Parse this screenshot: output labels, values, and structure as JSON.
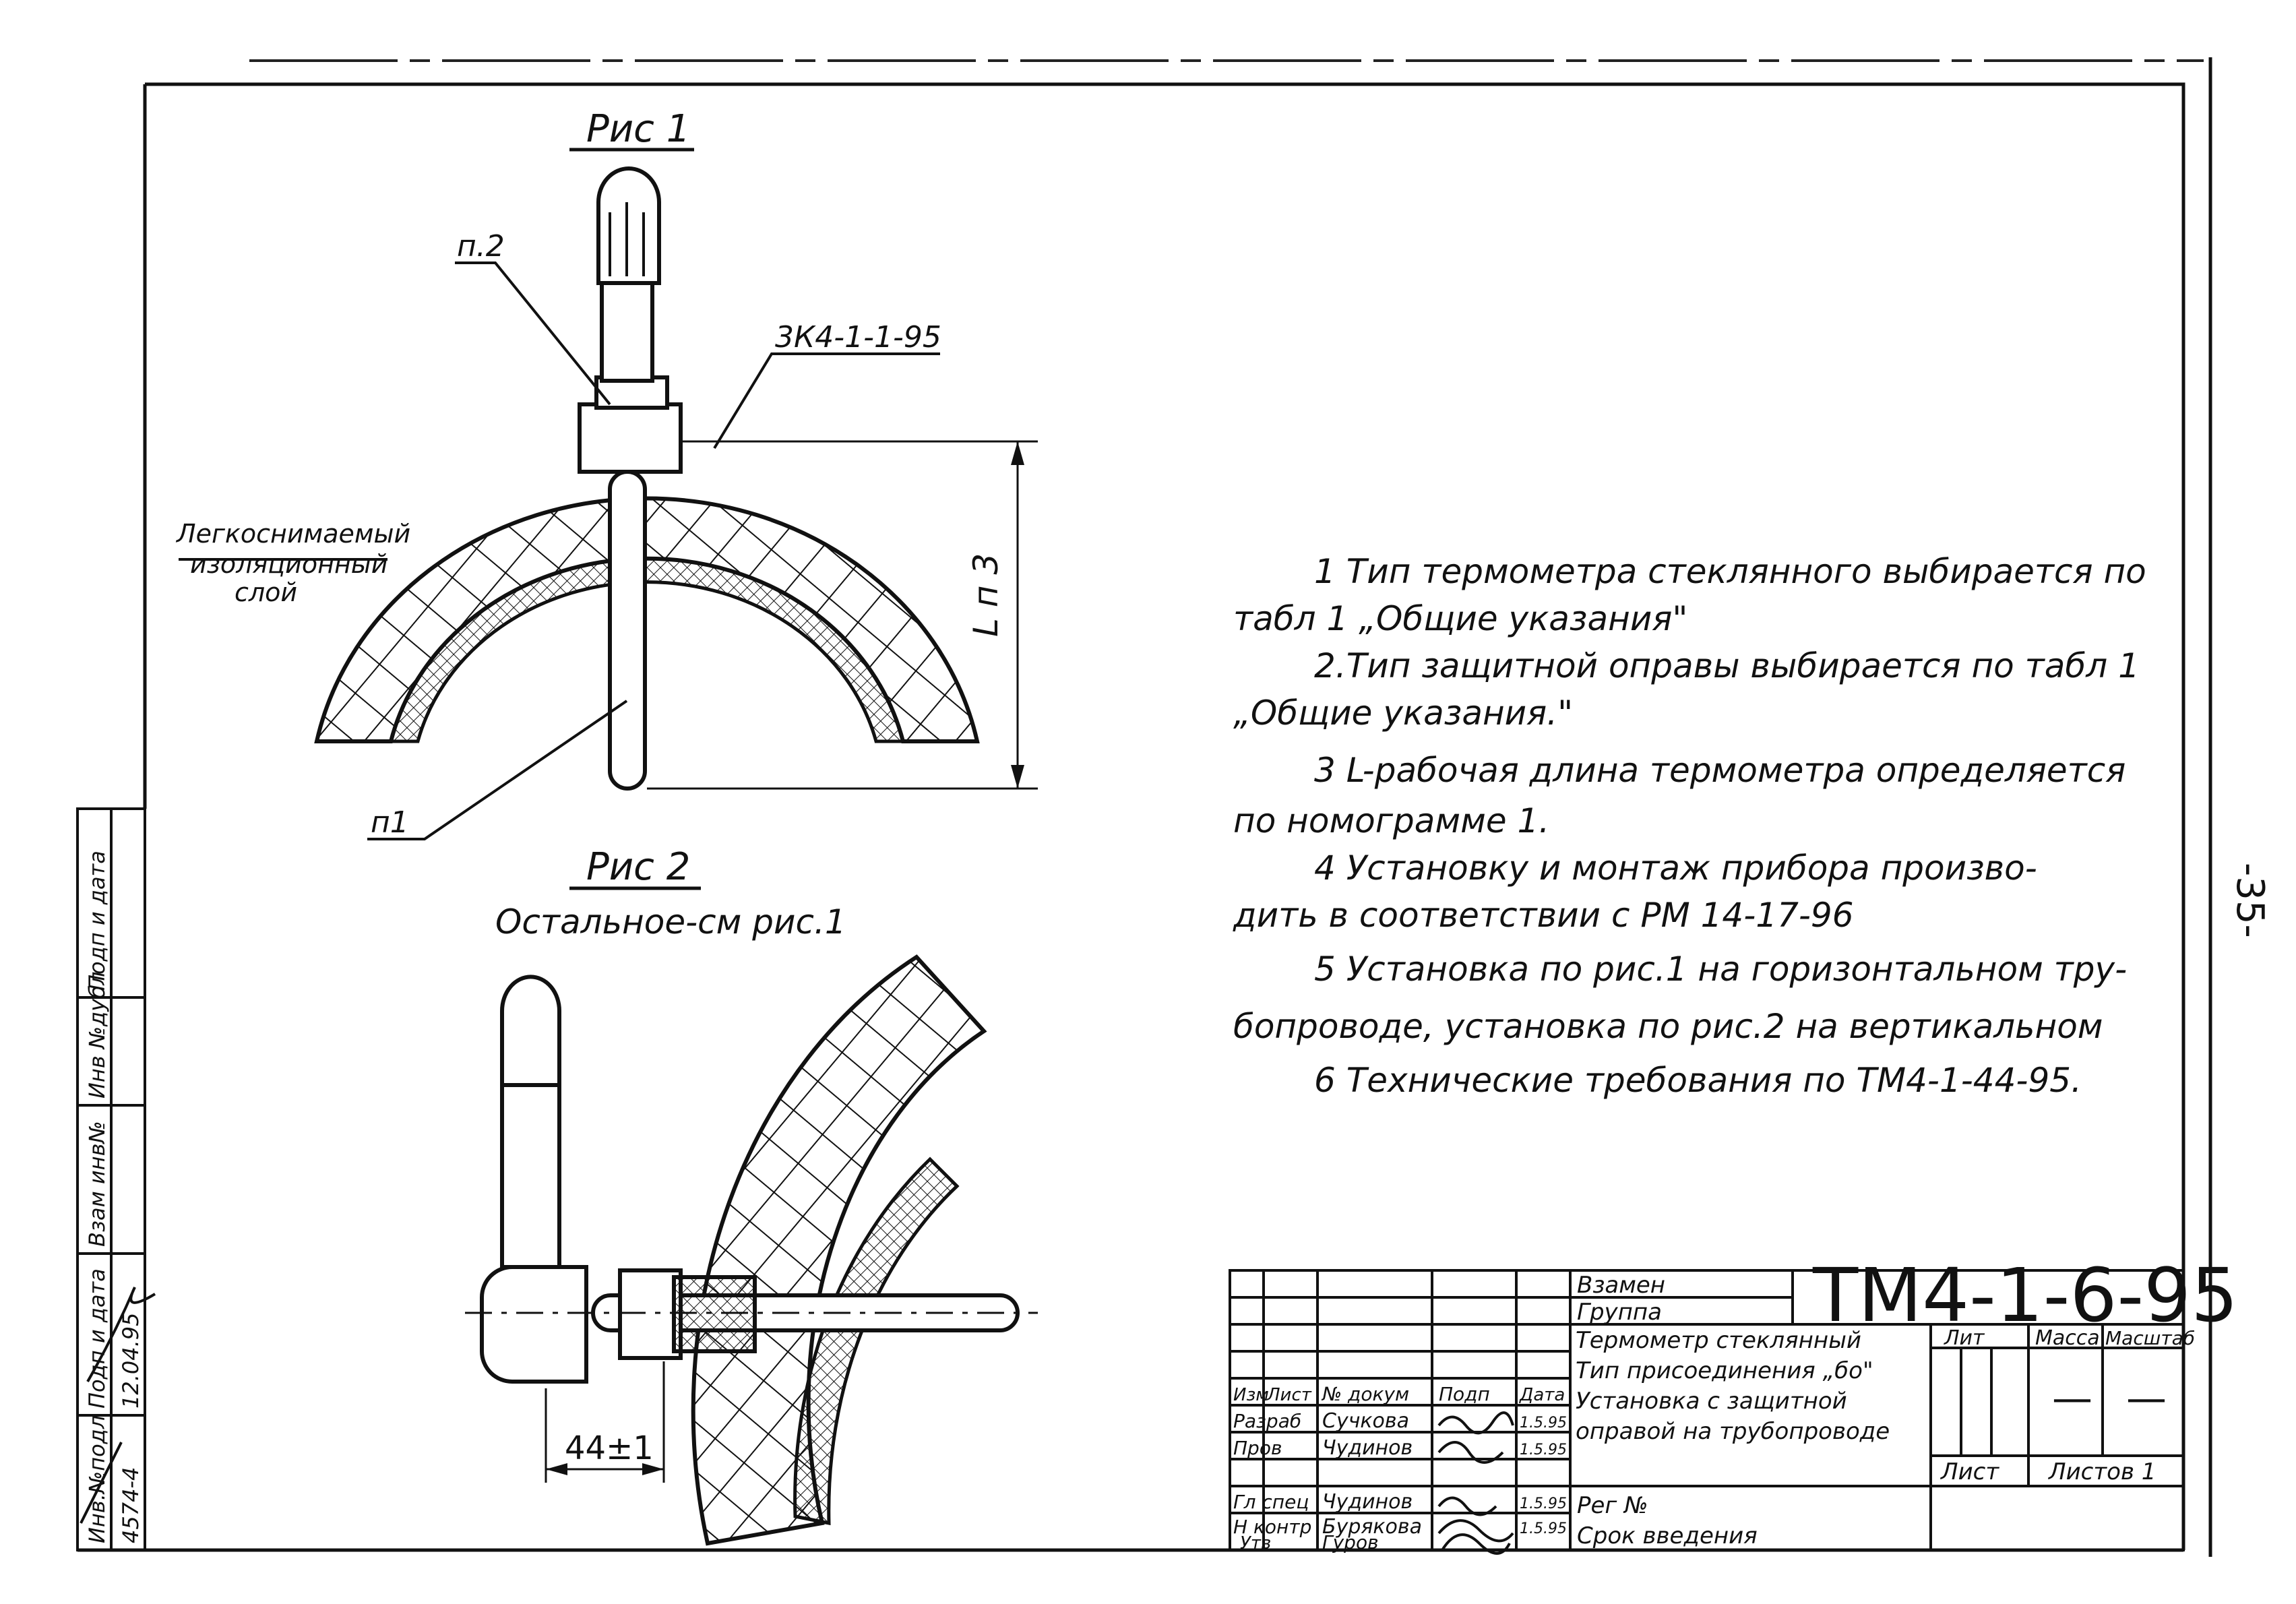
{
  "page_number": "-35-",
  "figures": {
    "fig1_title": "Рис 1",
    "fig2_title": "Рис 2",
    "fig2_subtitle": "Остальное-см рис.1",
    "label_p2": "п.2",
    "label_p1": "п1",
    "label_ref": "3К4-1-1-95",
    "label_insulation": [
      "Легкоснимаемый",
      "изоляционный",
      "слой"
    ],
    "label_length": "L п 3",
    "label_dim": "44±1"
  },
  "notes": [
    "1 Тип термометра стеклянного выбирается по",
    "табл 1 „Общие указания\"",
    "2.Тип защитной оправы выбирается по табл 1",
    "„Общие указания.\"",
    "3 L-рабочая длина термометра определяется",
    "по номограмме 1.",
    "4 Установку и монтаж прибора произво-",
    "дить в соответствии с РМ 14-17-96",
    "5 Установка по рис.1 на горизонтальном тру-",
    "бопроводе, установка по рис.2 на вертикальном",
    "6 Технические требования по ТМ4-1-44-95."
  ],
  "side_stamp": {
    "columns": [
      "Инв.№подл",
      "Подп и дата",
      "Взам инв№",
      "Инв №дубл",
      "Подп и дата"
    ],
    "values": [
      "4574-4",
      "12.04.95"
    ]
  },
  "title_block": {
    "code": "ТМ4-1-6-95",
    "zamen": "Взамен",
    "gruppa": "Группа",
    "description": [
      "Термометр стеклянный",
      "Тип присоединения „бо\"",
      "Установка с защитной",
      "оправой на трубопроводе"
    ],
    "header_cols": [
      "Изм",
      "Лист",
      "№ докум",
      "Подп",
      "Дата"
    ],
    "lit": "Лит",
    "massa": "Масса",
    "masshtab": "Масштаб",
    "massa_val": "—",
    "masshtab_val": "—",
    "list": "Лист",
    "listov": "Листов 1",
    "reg": "Рег №",
    "srok": "Срок введения",
    "rows": [
      {
        "role": "Разраб",
        "name": "Сучкова",
        "date": "1.5.95"
      },
      {
        "role": "Пров",
        "name": "Чудинов",
        "date": "1.5.95"
      },
      {
        "role": "Гл спец",
        "name": "Чудинов",
        "date": "1.5.95"
      },
      {
        "role": "Н контр",
        "name": "Бурякова",
        "date": "1.5.95"
      },
      {
        "role": "Утв",
        "name": "Гуров",
        "date": ""
      }
    ]
  }
}
